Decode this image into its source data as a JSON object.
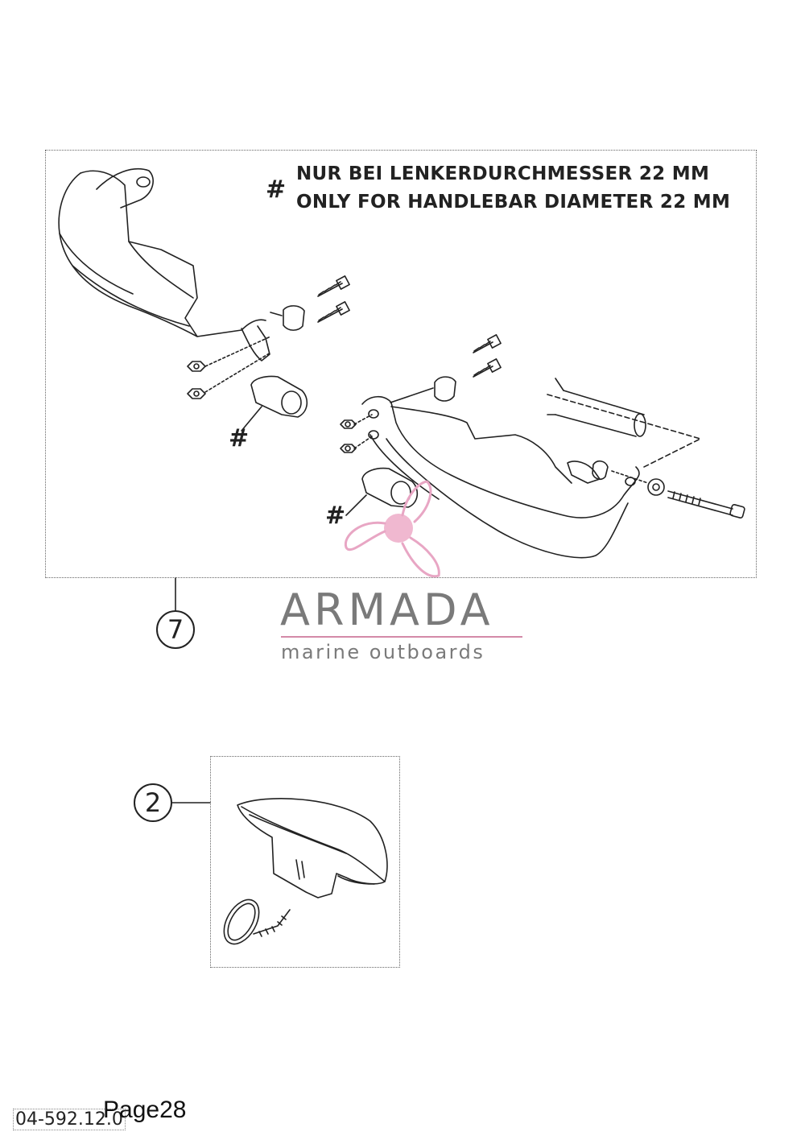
{
  "note": {
    "symbol": "#",
    "line_de": "NUR BEI LENKERDURCHMESSER 22 MM",
    "line_en": "ONLY FOR HANDLEBAR DIAMETER 22 MM"
  },
  "markers": {
    "left_insert": "#",
    "right_insert": "#"
  },
  "callouts": {
    "handguard_kit": "7",
    "cover_kit": "2"
  },
  "watermark": {
    "name": "ARMADA",
    "tagline": "marine outboards",
    "accent_color": "#e8a6c4"
  },
  "footer": {
    "doc_number": "04-592.12.0",
    "page_label": "Page28"
  }
}
